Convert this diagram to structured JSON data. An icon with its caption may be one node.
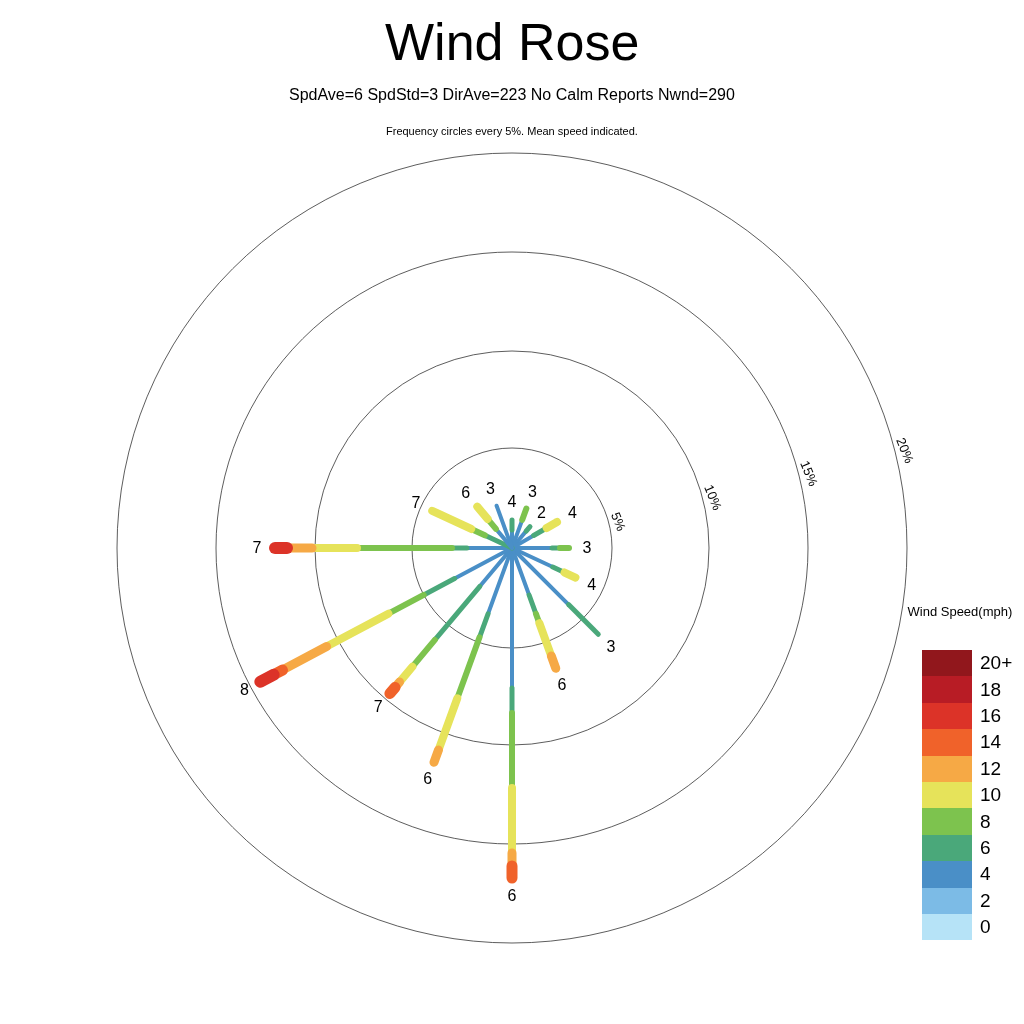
{
  "diagram": {
    "title": "Wind Rose",
    "labels": [
      "SpdAve=6  SpdStd=3  DirAve=223   No Calm Reports  Nwnd=290",
      "Frequency circles every 5%. Mean speed indicated.",
      "20%",
      "15%",
      "10%",
      "5%",
      "4",
      "3",
      "2",
      "4",
      "3",
      "4",
      "3",
      "6",
      "6",
      "6",
      "7",
      "8",
      "7",
      "7",
      "6",
      "3",
      "Wind Speed(mph)"
    ],
    "legend": [
      {
        "text": "20+",
        "color": "#91171c"
      },
      {
        "text": "18",
        "color": "#b81c25"
      },
      {
        "text": "16",
        "color": "#dc3328"
      },
      {
        "text": "14",
        "color": "#f0622a"
      },
      {
        "text": "12",
        "color": "#f6a945"
      },
      {
        "text": "10",
        "color": "#e6e35a"
      },
      {
        "text": "8",
        "color": "#7dc34e"
      },
      {
        "text": "6",
        "color": "#4aa87a"
      },
      {
        "text": "4",
        "color": "#4a8fc7"
      },
      {
        "text": "2",
        "color": "#7cbbe6"
      },
      {
        "text": "0",
        "color": "#b6e3f7"
      }
    ]
  }
}
